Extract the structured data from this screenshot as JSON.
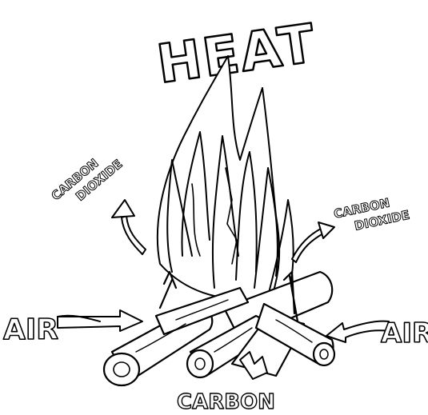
{
  "labels": {
    "heat": "HEAT",
    "carbon_dioxide_left_line1": "CARBON",
    "carbon_dioxide_left_line2": "DIOXIDE",
    "carbon_dioxide_right_line1": "CARBON",
    "carbon_dioxide_right_line2": "DIOXIDE",
    "air_left": "AIR",
    "air_right": "AIR",
    "carbon": "CARBON"
  },
  "style": {
    "ink": "#000000",
    "paper": "#ffffff"
  }
}
